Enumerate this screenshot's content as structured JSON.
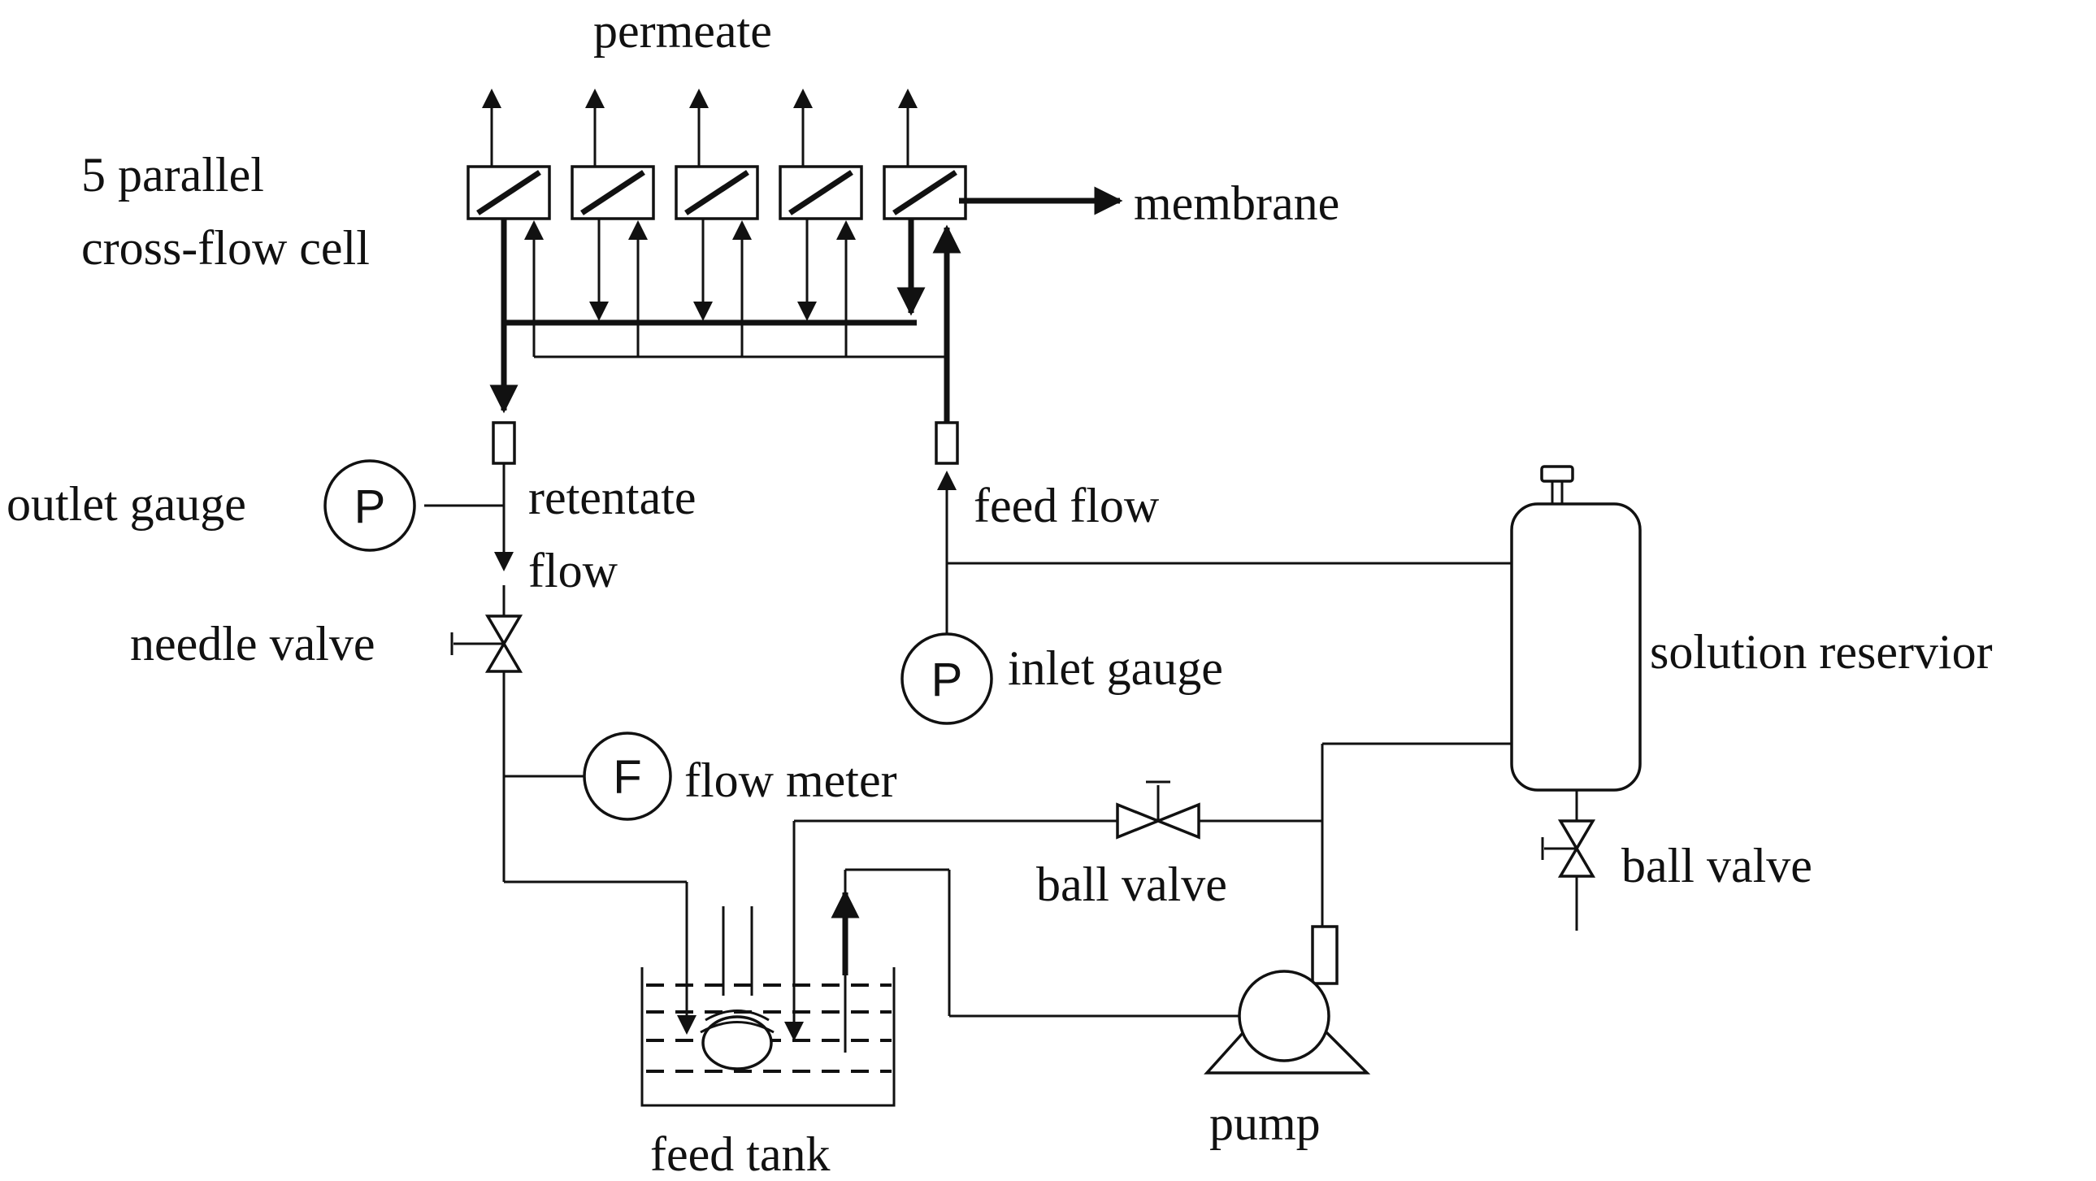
{
  "labels": {
    "permeate": "permeate",
    "cell_line1": "5 parallel",
    "cell_line2": "cross-flow cell",
    "membrane": "membrane",
    "outlet_gauge": "outlet gauge",
    "retentate_line1": "retentate",
    "retentate_line2": "flow",
    "feed_flow": "feed flow",
    "needle_valve": "needle valve",
    "inlet_gauge": "inlet gauge",
    "solution_reservoir": "solution reservior",
    "flow_meter": "flow meter",
    "ball_valve_center": "ball valve",
    "ball_valve_right": "ball valve",
    "pump": "pump",
    "feed_tank": "feed tank"
  },
  "symbols": {
    "pressure_outlet": "P",
    "pressure_inlet": "P",
    "flow_meter": "F"
  },
  "icons": {
    "cell": "membrane-cell-icon",
    "gauge": "pressure-gauge-icon",
    "meter": "flow-meter-icon",
    "valve": "valve-icon",
    "pump": "pump-icon",
    "tank": "feed-tank-icon",
    "reservoir": "reservoir-icon"
  },
  "colors": {
    "ink": "#111111",
    "background": "#ffffff"
  }
}
